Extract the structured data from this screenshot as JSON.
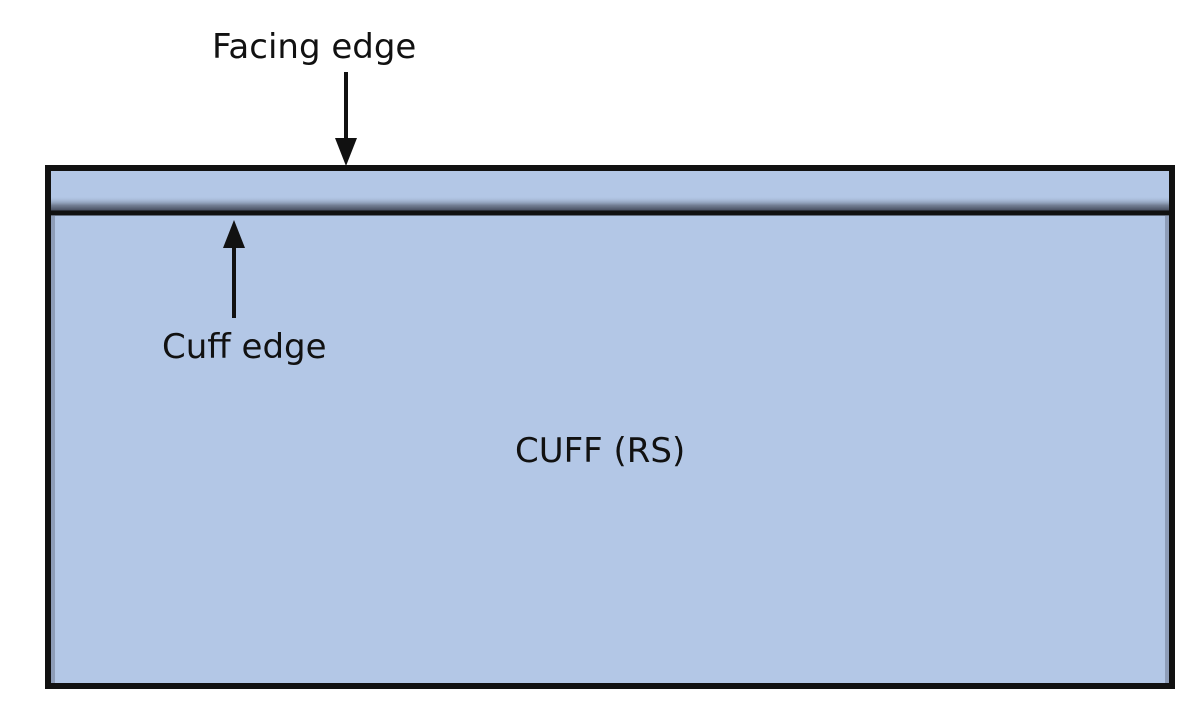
{
  "diagram": {
    "labels": {
      "facing_edge": "Facing edge",
      "cuff_edge": "Cuff edge",
      "cuff_panel": "CUFF (RS)"
    },
    "colors": {
      "fabric_fill": "#b3c7e6",
      "outline": "#111111",
      "fold_shadow": "#3b4150",
      "background": "#ffffff"
    }
  }
}
